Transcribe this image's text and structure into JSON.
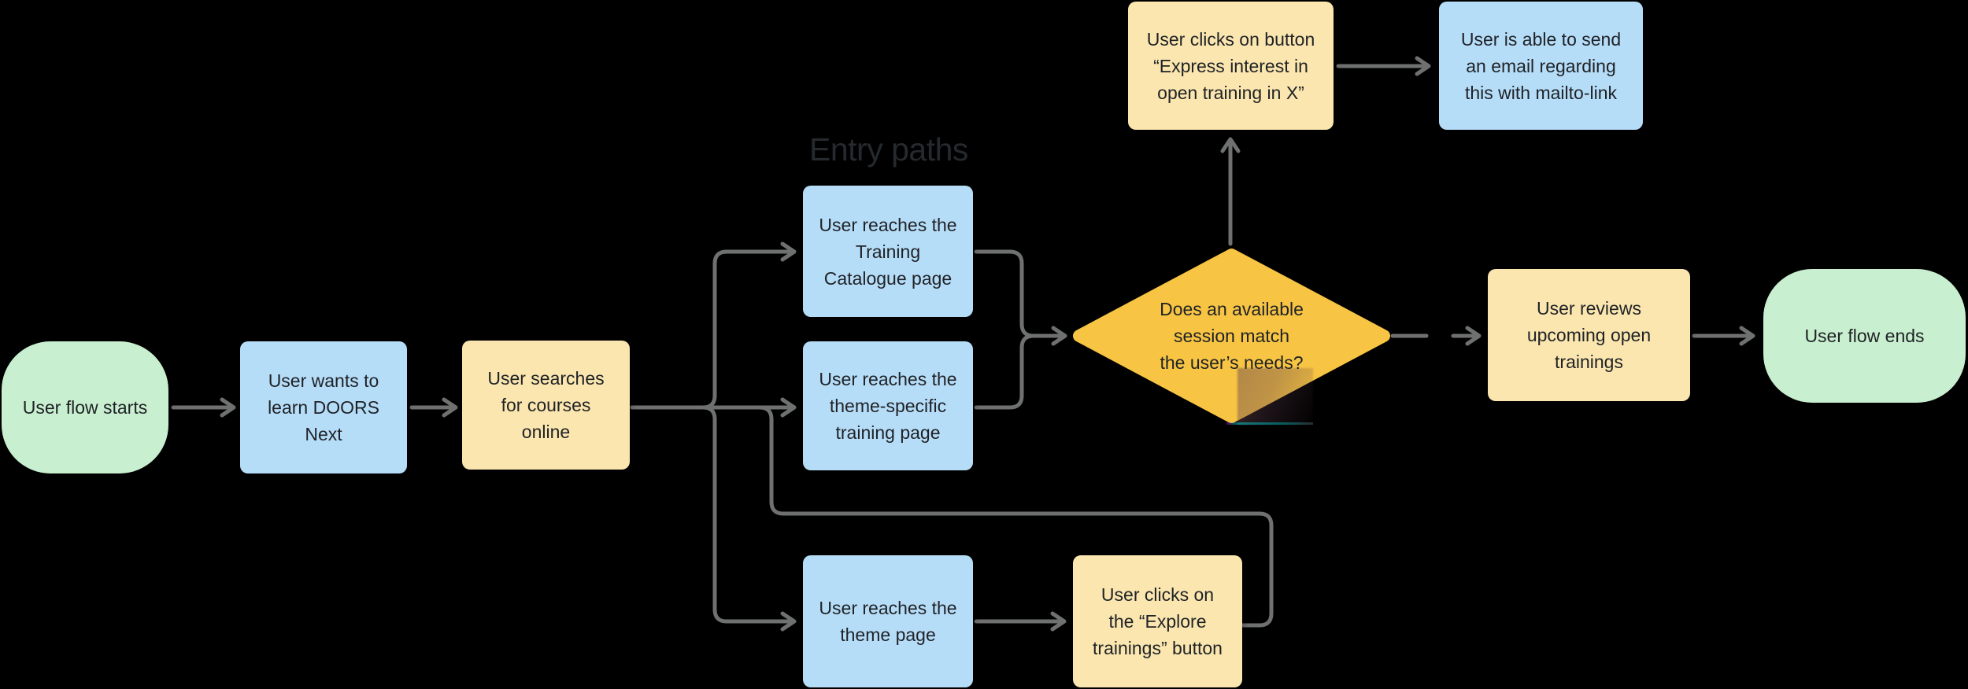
{
  "canvas": {
    "section_label": "Entry paths"
  },
  "colors": {
    "canvas": "#000000",
    "green": "#c8efcf",
    "blue": "#b6ddf8",
    "yellow": "#fae6ae",
    "diamond": "#f7c443",
    "connector": "#6f7070",
    "text": "#1f2226",
    "section_label": "#26292d"
  },
  "nodes": {
    "start": {
      "label": "User flow starts",
      "shape": "terminator",
      "color": "green"
    },
    "wants": {
      "label": "User wants to\nlearn DOORS\nNext",
      "shape": "rectangle",
      "color": "blue"
    },
    "searches": {
      "label": "User searches\nfor courses\nonline",
      "shape": "rectangle",
      "color": "yellow"
    },
    "catalogue": {
      "label": "User reaches the\nTraining\nCatalogue page",
      "shape": "rectangle",
      "color": "blue"
    },
    "theme_specific": {
      "label": "User reaches the\ntheme-specific\ntraining page",
      "shape": "rectangle",
      "color": "blue"
    },
    "theme_page": {
      "label": "User reaches the\ntheme page",
      "shape": "rectangle",
      "color": "blue"
    },
    "explore": {
      "label": "User clicks on\nthe “Explore\ntrainings” button",
      "shape": "rectangle",
      "color": "yellow"
    },
    "decision": {
      "label": "Does an available\nsession match\nthe user’s needs?",
      "shape": "diamond",
      "color": "diamond"
    },
    "express": {
      "label": "User clicks on button\n“Express interest in\nopen training in X”",
      "shape": "rectangle",
      "color": "yellow"
    },
    "mailto": {
      "label": "User is able to send\nan email regarding\nthis with mailto-link",
      "shape": "rectangle",
      "color": "blue"
    },
    "reviews": {
      "label": "User reviews\nupcoming open\ntrainings",
      "shape": "rectangle",
      "color": "yellow"
    },
    "end": {
      "label": "User flow ends",
      "shape": "terminator",
      "color": "green"
    }
  },
  "edges": [
    {
      "from": "start",
      "to": "wants"
    },
    {
      "from": "wants",
      "to": "searches"
    },
    {
      "from": "searches",
      "to": "catalogue"
    },
    {
      "from": "searches",
      "to": "theme_specific"
    },
    {
      "from": "searches",
      "to": "theme_page"
    },
    {
      "from": "catalogue",
      "to": "decision"
    },
    {
      "from": "theme_specific",
      "to": "decision"
    },
    {
      "from": "theme_page",
      "to": "explore"
    },
    {
      "from": "explore",
      "to": "decision"
    },
    {
      "from": "decision",
      "to": "express"
    },
    {
      "from": "express",
      "to": "mailto"
    },
    {
      "from": "decision",
      "to": "reviews",
      "style": "interrupted"
    },
    {
      "from": "reviews",
      "to": "end"
    }
  ]
}
